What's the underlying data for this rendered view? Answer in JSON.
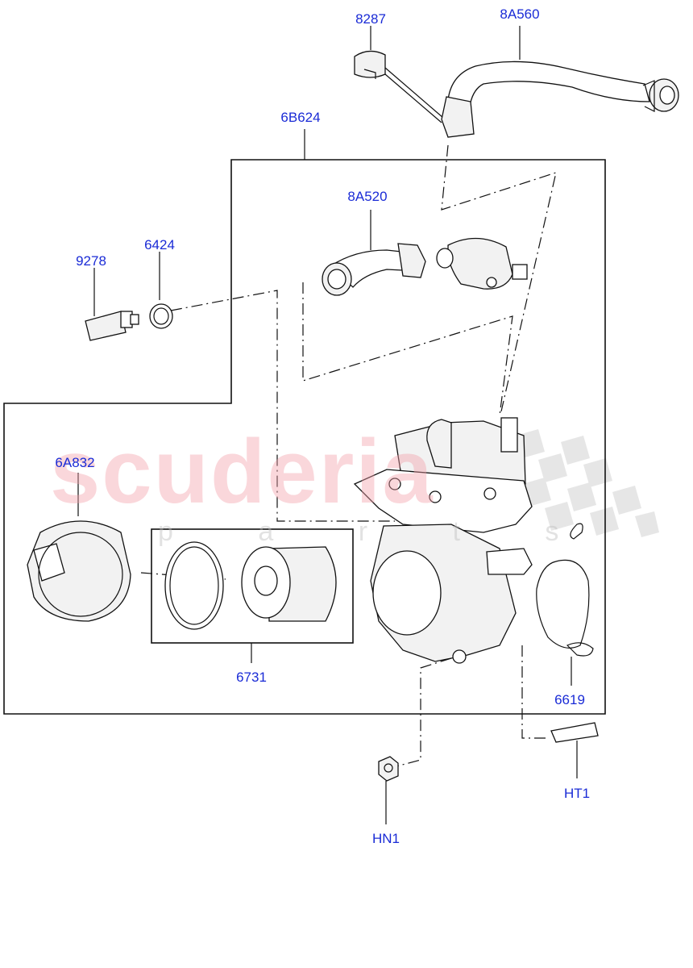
{
  "watermark": {
    "brand": "scuderia",
    "sub": "p a r t s"
  },
  "callouts": {
    "c8287": "8287",
    "c8A560": "8A560",
    "c6B624": "6B624",
    "c8A520": "8A520",
    "c9278": "9278",
    "c6424": "6424",
    "c6A832": "6A832",
    "c6731": "6731",
    "c6619": "6619",
    "cHT1": "HT1",
    "cHN1": "HN1"
  },
  "colors": {
    "callout": "#1a2bd6",
    "line": "#111111",
    "watermark_brand": "#f4a0aa",
    "watermark_flag": "#c8c8c8"
  }
}
